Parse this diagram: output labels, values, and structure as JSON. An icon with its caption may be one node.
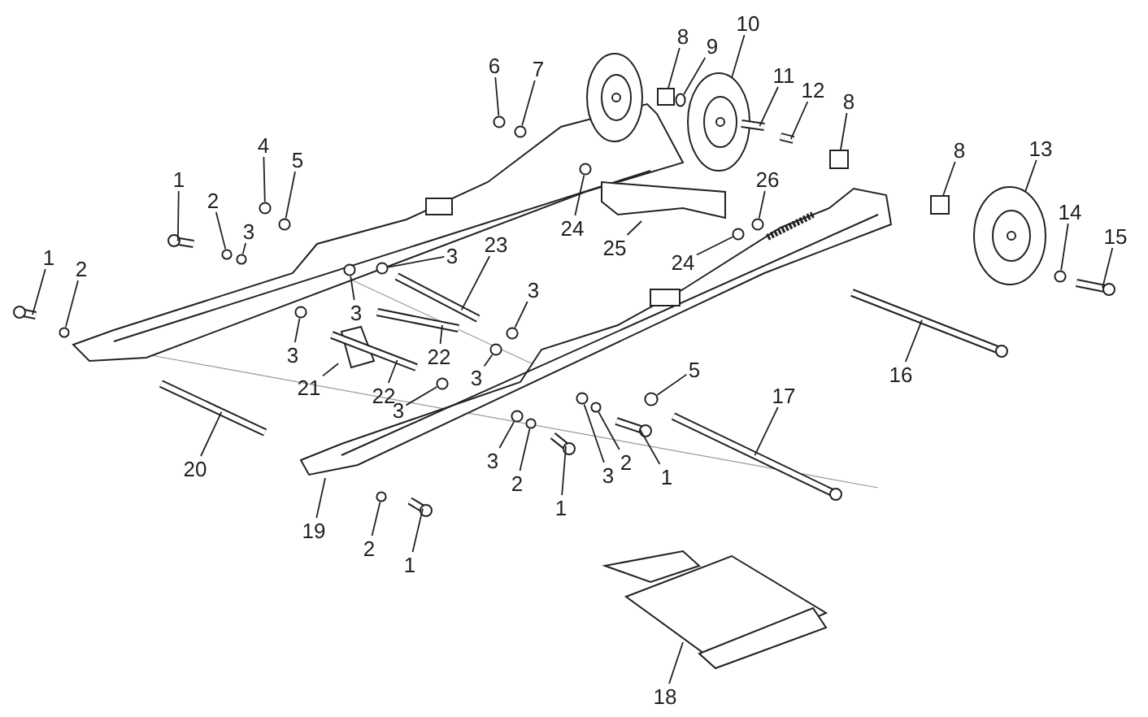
{
  "diagram": {
    "nodes": [
      {
        "text": [
          "10"
        ]
      },
      {
        "text": [
          "8"
        ]
      },
      {
        "text": [
          "9"
        ]
      },
      {
        "text": [
          "6"
        ]
      },
      {
        "text": [
          "7"
        ]
      },
      {
        "text": [
          "11"
        ]
      },
      {
        "text": [
          "12"
        ]
      },
      {
        "text": [
          "8"
        ]
      },
      {
        "text": [
          "4"
        ]
      },
      {
        "text": [
          "13"
        ]
      },
      {
        "text": [
          "8"
        ]
      },
      {
        "text": [
          "5"
        ]
      },
      {
        "text": [
          "1"
        ]
      },
      {
        "text": [
          "26"
        ]
      },
      {
        "text": [
          "2"
        ]
      },
      {
        "text": [
          "14"
        ]
      },
      {
        "text": [
          "24"
        ]
      },
      {
        "text": [
          "3"
        ]
      },
      {
        "text": [
          "15"
        ]
      },
      {
        "text": [
          "3"
        ]
      },
      {
        "text": [
          "25"
        ]
      },
      {
        "text": [
          "1"
        ]
      },
      {
        "text": [
          "24"
        ]
      },
      {
        "text": [
          "23"
        ]
      },
      {
        "text": [
          "2"
        ]
      },
      {
        "text": [
          "3"
        ]
      },
      {
        "text": [
          "3"
        ]
      },
      {
        "text": [
          "22"
        ]
      },
      {
        "text": [
          "3"
        ]
      },
      {
        "text": [
          "5"
        ]
      },
      {
        "text": [
          "16"
        ]
      },
      {
        "text": [
          "3"
        ]
      },
      {
        "text": [
          "21"
        ]
      },
      {
        "text": [
          "22"
        ]
      },
      {
        "text": [
          "17"
        ]
      },
      {
        "text": [
          "3"
        ]
      },
      {
        "text": [
          "3"
        ]
      },
      {
        "text": [
          "2"
        ]
      },
      {
        "text": [
          "20"
        ]
      },
      {
        "text": [
          "1"
        ]
      },
      {
        "text": [
          "3"
        ]
      },
      {
        "text": [
          "2"
        ]
      },
      {
        "text": [
          "1"
        ]
      },
      {
        "text": [
          "19"
        ]
      },
      {
        "text": [
          "2"
        ]
      },
      {
        "text": [
          "1"
        ]
      },
      {
        "text": [
          "18"
        ]
      },
      {
        "text": [],
        "shape": "picture"
      },
      {
        "text": [],
        "shape": "box"
      },
      {
        "text": [],
        "shape": "circle"
      },
      {
        "text": [],
        "shape": "circle"
      },
      {
        "text": [],
        "shape": "circle"
      },
      {
        "text": [],
        "shape": "bar"
      },
      {
        "text": [],
        "shape": "bar"
      },
      {
        "text": [],
        "shape": "box"
      },
      {
        "text": [],
        "shape": "circle"
      },
      {
        "text": [],
        "shape": "picture"
      },
      {
        "text": [],
        "shape": "box"
      },
      {
        "text": [],
        "shape": "circle"
      },
      {
        "text": [],
        "shape": "bar"
      },
      {
        "text": [],
        "shape": "circle"
      },
      {
        "text": [],
        "shape": "circle"
      },
      {
        "text": [],
        "shape": "circle"
      },
      {
        "text": [],
        "shape": "circle"
      },
      {
        "text": [],
        "shape": "circle"
      },
      {
        "text": [],
        "shape": "bar"
      },
      {
        "text": [],
        "shape": "circle"
      },
      {
        "text": [],
        "shape": "picture"
      },
      {
        "text": [],
        "shape": "bar"
      },
      {
        "text": [],
        "shape": "circle"
      },
      {
        "text": [],
        "shape": "bar"
      },
      {
        "text": [],
        "shape": "circle"
      },
      {
        "text": [],
        "shape": "circle"
      },
      {
        "text": [],
        "shape": "circle"
      },
      {
        "text": [],
        "shape": "bar"
      },
      {
        "text": [],
        "shape": "circle"
      },
      {
        "text": [],
        "shape": "circle"
      },
      {
        "text": [],
        "shape": "bar"
      },
      {
        "text": [],
        "shape": "circle"
      },
      {
        "text": [],
        "shape": "picture"
      },
      {
        "text": [],
        "shape": "bar"
      },
      {
        "text": [],
        "shape": "bar"
      },
      {
        "text": [],
        "shape": "circle"
      },
      {
        "text": [],
        "shape": "circle"
      },
      {
        "text": [],
        "shape": "circle"
      },
      {
        "text": [],
        "shape": "bar"
      },
      {
        "text": [],
        "shape": "bar"
      },
      {
        "text": [],
        "shape": "circle"
      },
      {
        "text": [],
        "shape": "circle"
      },
      {
        "text": [],
        "shape": "bar"
      },
      {
        "text": [],
        "shape": "circle"
      },
      {
        "text": [],
        "shape": "bar"
      },
      {
        "text": [],
        "shape": "picture"
      },
      {
        "text": [],
        "shape": "picture"
      }
    ],
    "edges": [
      {
        "from": 0,
        "to": 47,
        "arrow": "none"
      },
      {
        "from": 1,
        "to": 48,
        "arrow": "none"
      },
      {
        "from": 2,
        "to": 49,
        "arrow": "none"
      },
      {
        "from": 3,
        "to": 50,
        "arrow": "none"
      },
      {
        "from": 4,
        "to": 51,
        "arrow": "none"
      },
      {
        "from": 5,
        "to": 52,
        "arrow": "none"
      },
      {
        "from": 6,
        "to": 53,
        "arrow": "none"
      },
      {
        "from": 7,
        "to": 54,
        "arrow": "none"
      },
      {
        "from": 8,
        "to": 55,
        "arrow": "none"
      },
      {
        "from": 9,
        "to": 56,
        "arrow": "none"
      },
      {
        "from": 10,
        "to": 57,
        "arrow": "none"
      },
      {
        "from": 11,
        "to": 58,
        "arrow": "none"
      },
      {
        "from": 12,
        "to": 59,
        "arrow": "none"
      },
      {
        "from": 13,
        "to": 60,
        "arrow": "none"
      },
      {
        "from": 14,
        "to": 61,
        "arrow": "none"
      },
      {
        "from": 15,
        "to": 62,
        "arrow": "none"
      },
      {
        "from": 16,
        "to": 63,
        "arrow": "none"
      },
      {
        "from": 17,
        "to": 64,
        "arrow": "none"
      },
      {
        "from": 18,
        "to": 65,
        "arrow": "none"
      },
      {
        "from": 19,
        "to": 66,
        "arrow": "none"
      },
      {
        "from": 20,
        "to": 67,
        "arrow": "none"
      },
      {
        "from": 21,
        "to": 68,
        "arrow": "none"
      },
      {
        "from": 22,
        "to": 69,
        "arrow": "none"
      },
      {
        "from": 23,
        "to": 70,
        "arrow": "none"
      },
      {
        "from": 24,
        "to": 71,
        "arrow": "none"
      },
      {
        "from": 25,
        "to": 72,
        "arrow": "none"
      },
      {
        "from": 26,
        "to": 73,
        "arrow": "none"
      },
      {
        "from": 27,
        "to": 74,
        "arrow": "none"
      },
      {
        "from": 28,
        "to": 75,
        "arrow": "none"
      },
      {
        "from": 29,
        "to": 76,
        "arrow": "none"
      },
      {
        "from": 30,
        "to": 77,
        "arrow": "none"
      },
      {
        "from": 31,
        "to": 78,
        "arrow": "none"
      },
      {
        "from": 32,
        "to": 79,
        "arrow": "none"
      },
      {
        "from": 33,
        "to": 80,
        "arrow": "none"
      },
      {
        "from": 34,
        "to": 81,
        "arrow": "none"
      },
      {
        "from": 35,
        "to": 82,
        "arrow": "none"
      },
      {
        "from": 36,
        "to": 83,
        "arrow": "none"
      },
      {
        "from": 37,
        "to": 84,
        "arrow": "none"
      },
      {
        "from": 38,
        "to": 85,
        "arrow": "none"
      },
      {
        "from": 39,
        "to": 86,
        "arrow": "none"
      },
      {
        "from": 40,
        "to": 87,
        "arrow": "none"
      },
      {
        "from": 41,
        "to": 88,
        "arrow": "none"
      },
      {
        "from": 42,
        "to": 89,
        "arrow": "none"
      },
      {
        "from": 43,
        "to": null,
        "arrow": "none"
      },
      {
        "from": 44,
        "to": 90,
        "arrow": "none"
      },
      {
        "from": 45,
        "to": 91,
        "arrow": "none"
      },
      {
        "from": 46,
        "to": 92,
        "arrow": "none"
      }
    ]
  }
}
